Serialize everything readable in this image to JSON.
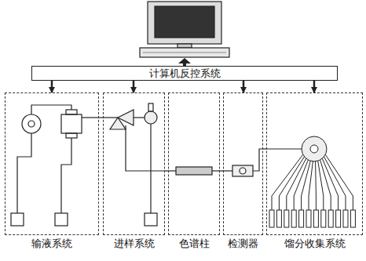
{
  "diagram": {
    "nodes": [
      {
        "text": [
          "计算机反控系统"
        ]
      },
      {
        "text": [
          "输液系统"
        ]
      },
      {
        "text": [
          "进样系统"
        ]
      },
      {
        "text": [
          "色谱柱"
        ]
      },
      {
        "text": [
          "检测器"
        ]
      },
      {
        "text": [
          "馏分收集系统"
        ]
      }
    ],
    "edges": [
      {
        "from": 0,
        "to": 1,
        "arrow": "to"
      },
      {
        "from": 0,
        "to": 2,
        "arrow": "to"
      },
      {
        "from": 0,
        "to": 4,
        "arrow": "to"
      },
      {
        "from": 0,
        "to": 5,
        "arrow": "to"
      },
      {
        "from": 1,
        "to": 2,
        "arrow": "none"
      },
      {
        "from": 2,
        "to": 3,
        "arrow": "none"
      },
      {
        "from": 3,
        "to": 4,
        "arrow": "none"
      },
      {
        "from": 4,
        "to": 5,
        "arrow": "none"
      }
    ]
  }
}
